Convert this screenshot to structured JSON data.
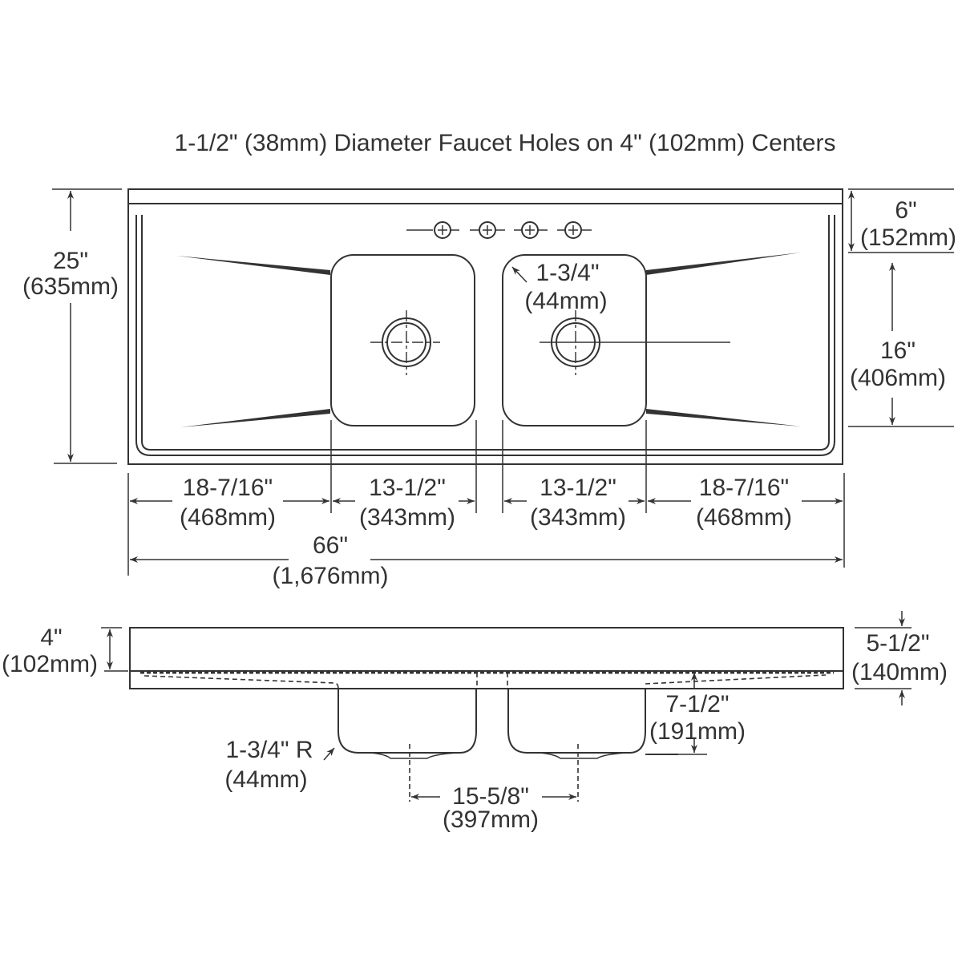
{
  "title": "1-1/2\" (38mm) Diameter Faucet Holes on 4\" (102mm) Centers",
  "colors": {
    "line": "#333333",
    "background": "#ffffff"
  },
  "top_view": {
    "overall_depth": {
      "imperial": "25\"",
      "metric": "(635mm)"
    },
    "backsplash_depth": {
      "imperial": "6\"",
      "metric": "(152mm)"
    },
    "bowl_front_to_back": {
      "imperial": "16\"",
      "metric": "(406mm)"
    },
    "corner_radius": {
      "imperial": "1-3/4\"",
      "metric": "(44mm)"
    },
    "faucet_holes": 4,
    "widths": [
      {
        "imperial": "18-7/16\"",
        "metric": "(468mm)"
      },
      {
        "imperial": "13-1/2\"",
        "metric": "(343mm)"
      },
      {
        "imperial": "13-1/2\"",
        "metric": "(343mm)"
      },
      {
        "imperial": "18-7/16\"",
        "metric": "(468mm)"
      }
    ],
    "overall_width": {
      "imperial": "66\"",
      "metric": "(1,676mm)"
    }
  },
  "side_view": {
    "backsplash_height": {
      "imperial": "4\"",
      "metric": "(102mm)"
    },
    "rim_height": {
      "imperial": "5-1/2\"",
      "metric": "(140mm)"
    },
    "bowl_depth": {
      "imperial": "7-1/2\"",
      "metric": "(191mm)"
    },
    "bottom_radius": {
      "imperial": "1-3/4\" R",
      "metric": "(44mm)"
    },
    "drain_centers": {
      "imperial": "15-5/8\"",
      "metric": "(397mm)"
    }
  }
}
